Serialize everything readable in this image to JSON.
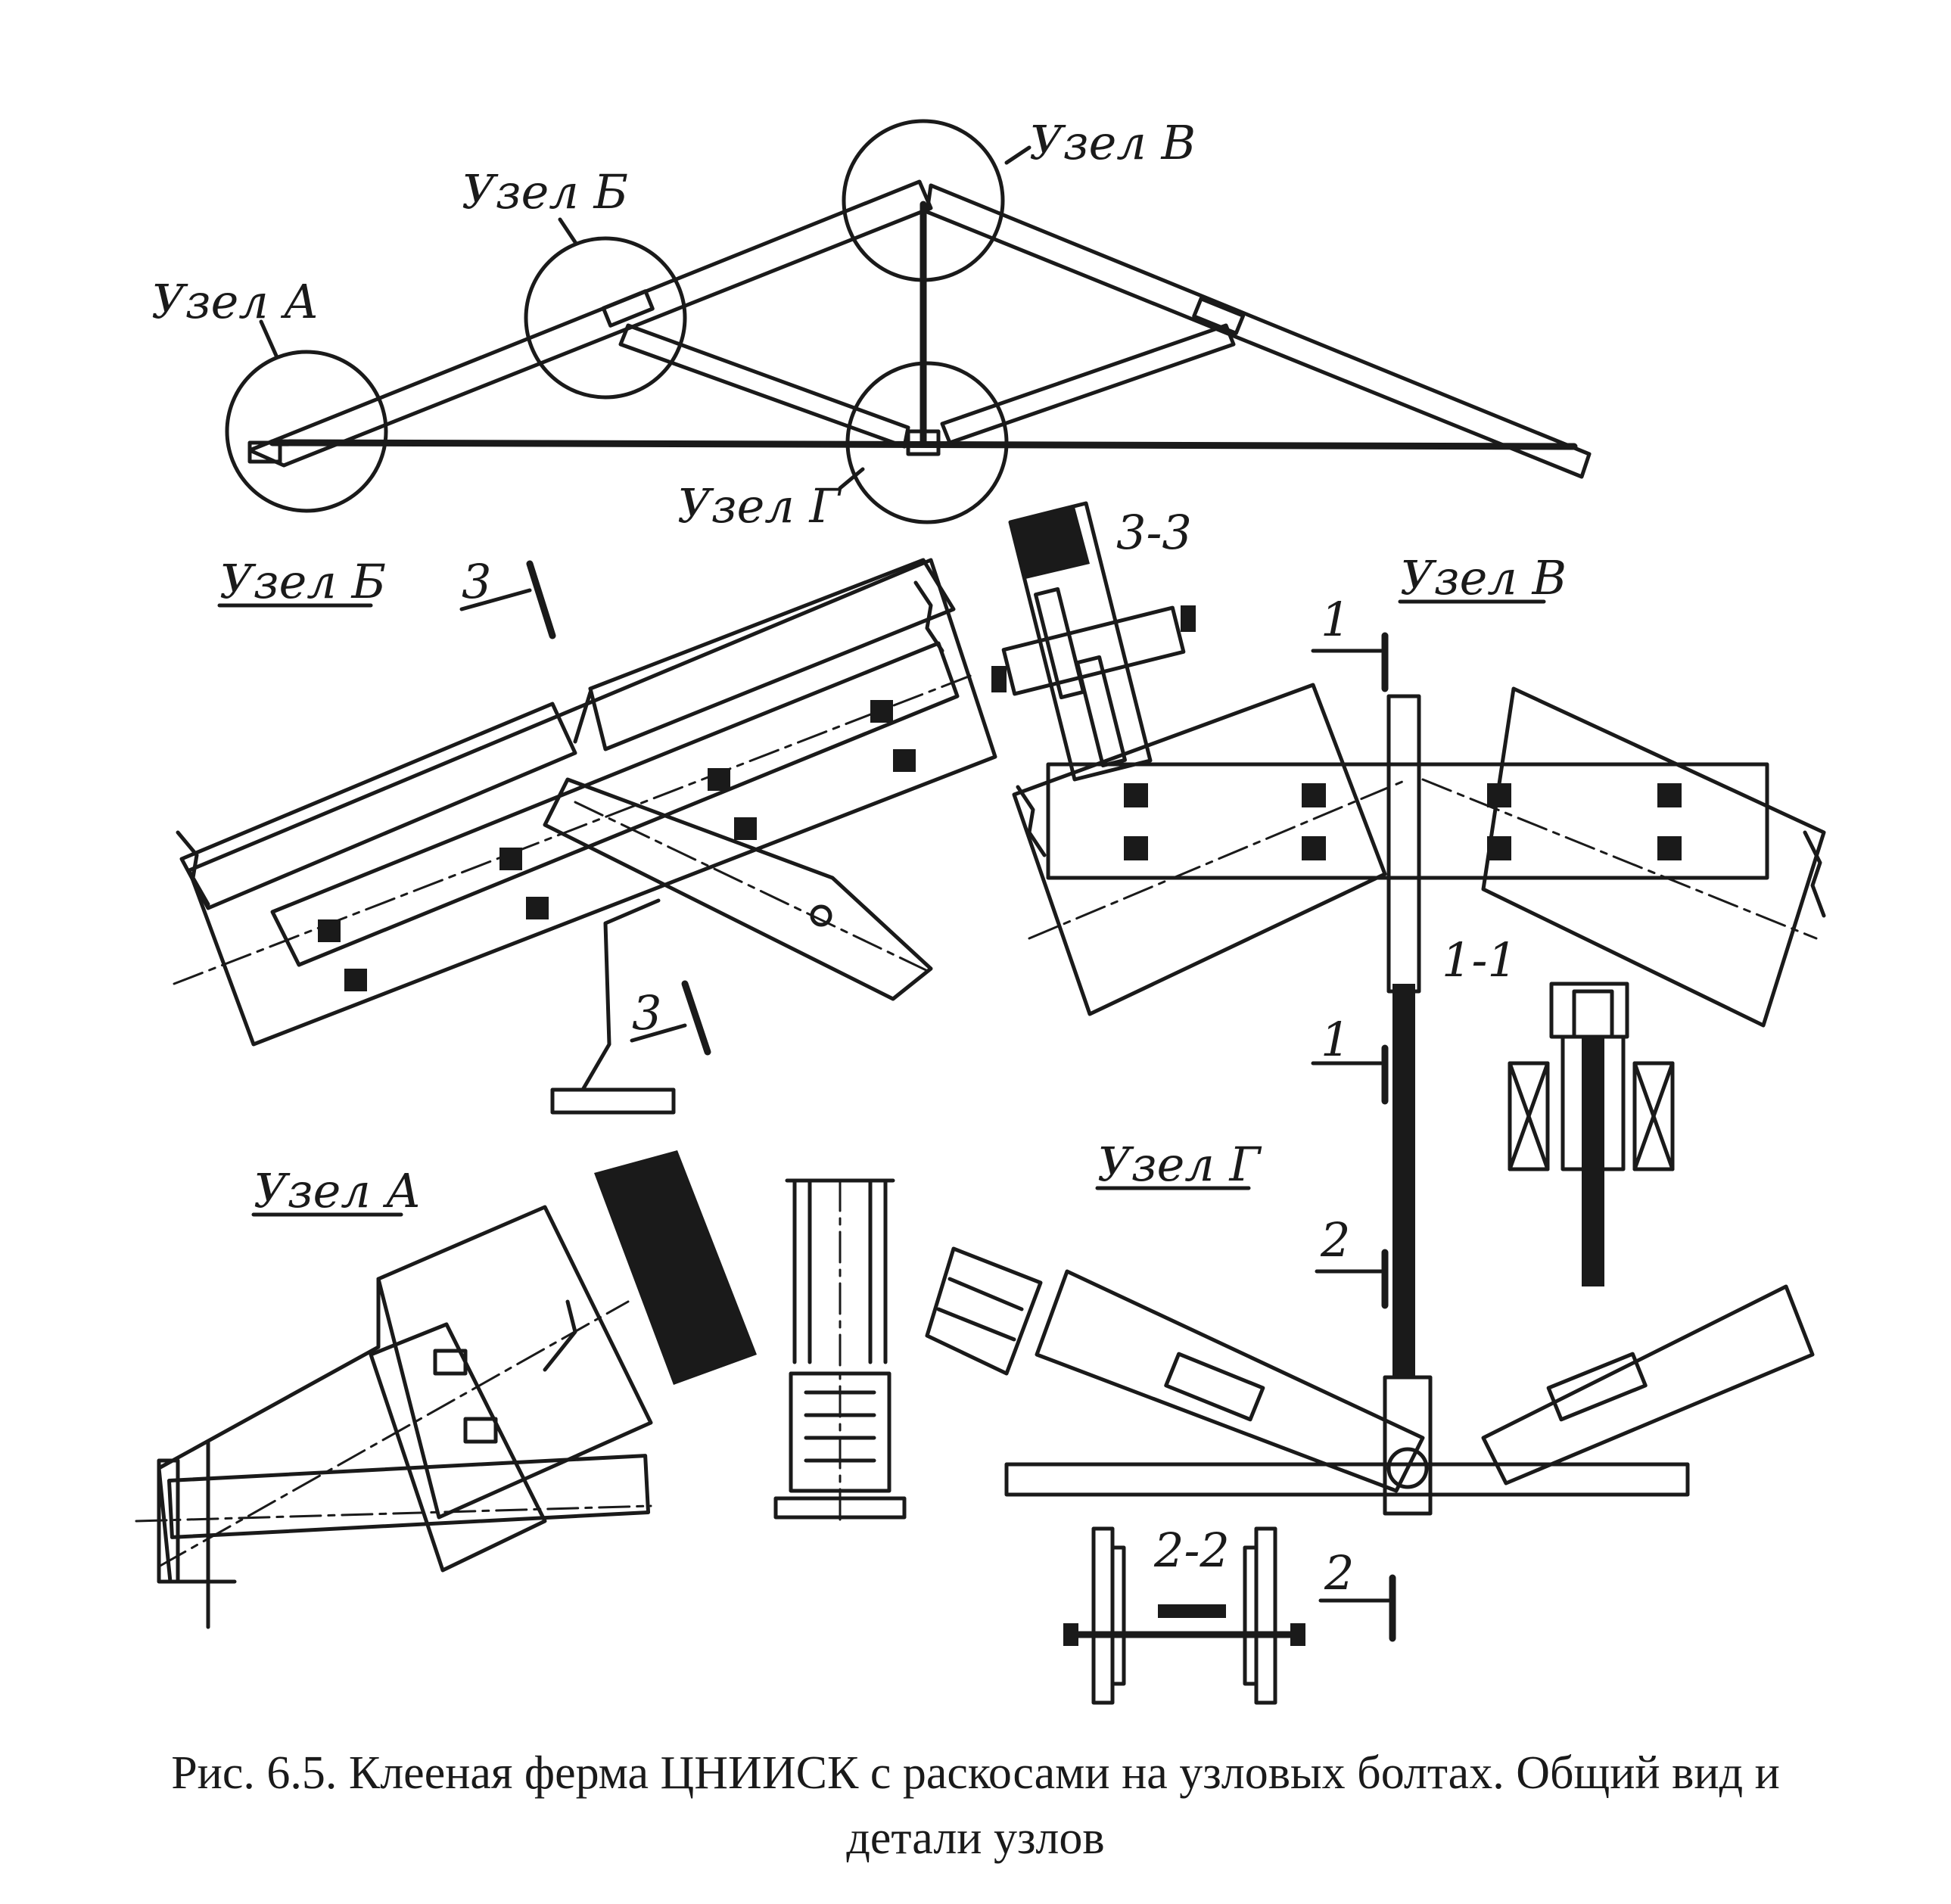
{
  "labels": {
    "overview_node_a": "Узел А",
    "overview_node_b": "Узел Б",
    "overview_node_v": "Узел В",
    "overview_node_g": "Узел Г",
    "detail_node_b": "Узел Б",
    "detail_node_v": "Узел В",
    "detail_node_a": "Узел А",
    "detail_node_g": "Узел Г",
    "section_3_3": "3-3",
    "section_1_1": "1-1",
    "section_2_2": "2-2",
    "mark_3_top": "3",
    "mark_3_bottom": "3",
    "mark_1_top": "1",
    "mark_1_bottom": "1",
    "mark_2_top": "2",
    "mark_2_bottom": "2"
  },
  "caption": {
    "line1": "Рис. 6.5. Клееная ферма ЦНИИСК с раскосами на узловых болтах. Общий вид и",
    "line2": "детали узлов"
  }
}
